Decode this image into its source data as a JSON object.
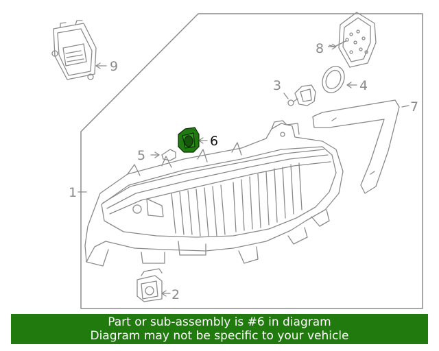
{
  "diagram": {
    "callouts": [
      {
        "id": "1",
        "label": "1"
      },
      {
        "id": "2",
        "label": "2"
      },
      {
        "id": "3",
        "label": "3"
      },
      {
        "id": "4",
        "label": "4"
      },
      {
        "id": "5",
        "label": "5"
      },
      {
        "id": "6",
        "label": "6",
        "highlighted": true
      },
      {
        "id": "7",
        "label": "7"
      },
      {
        "id": "8",
        "label": "8"
      },
      {
        "id": "9",
        "label": "9"
      }
    ]
  },
  "banner": {
    "line1": "Part or sub-assembly is #6 in diagram",
    "line2": "Diagram may not be specific to your vehicle"
  },
  "colors": {
    "line": "#8a8a8a",
    "highlight": "#1f7a10",
    "banner": "#217a0e",
    "text_muted": "#8a8a8a",
    "text_highlight": "#111111"
  }
}
